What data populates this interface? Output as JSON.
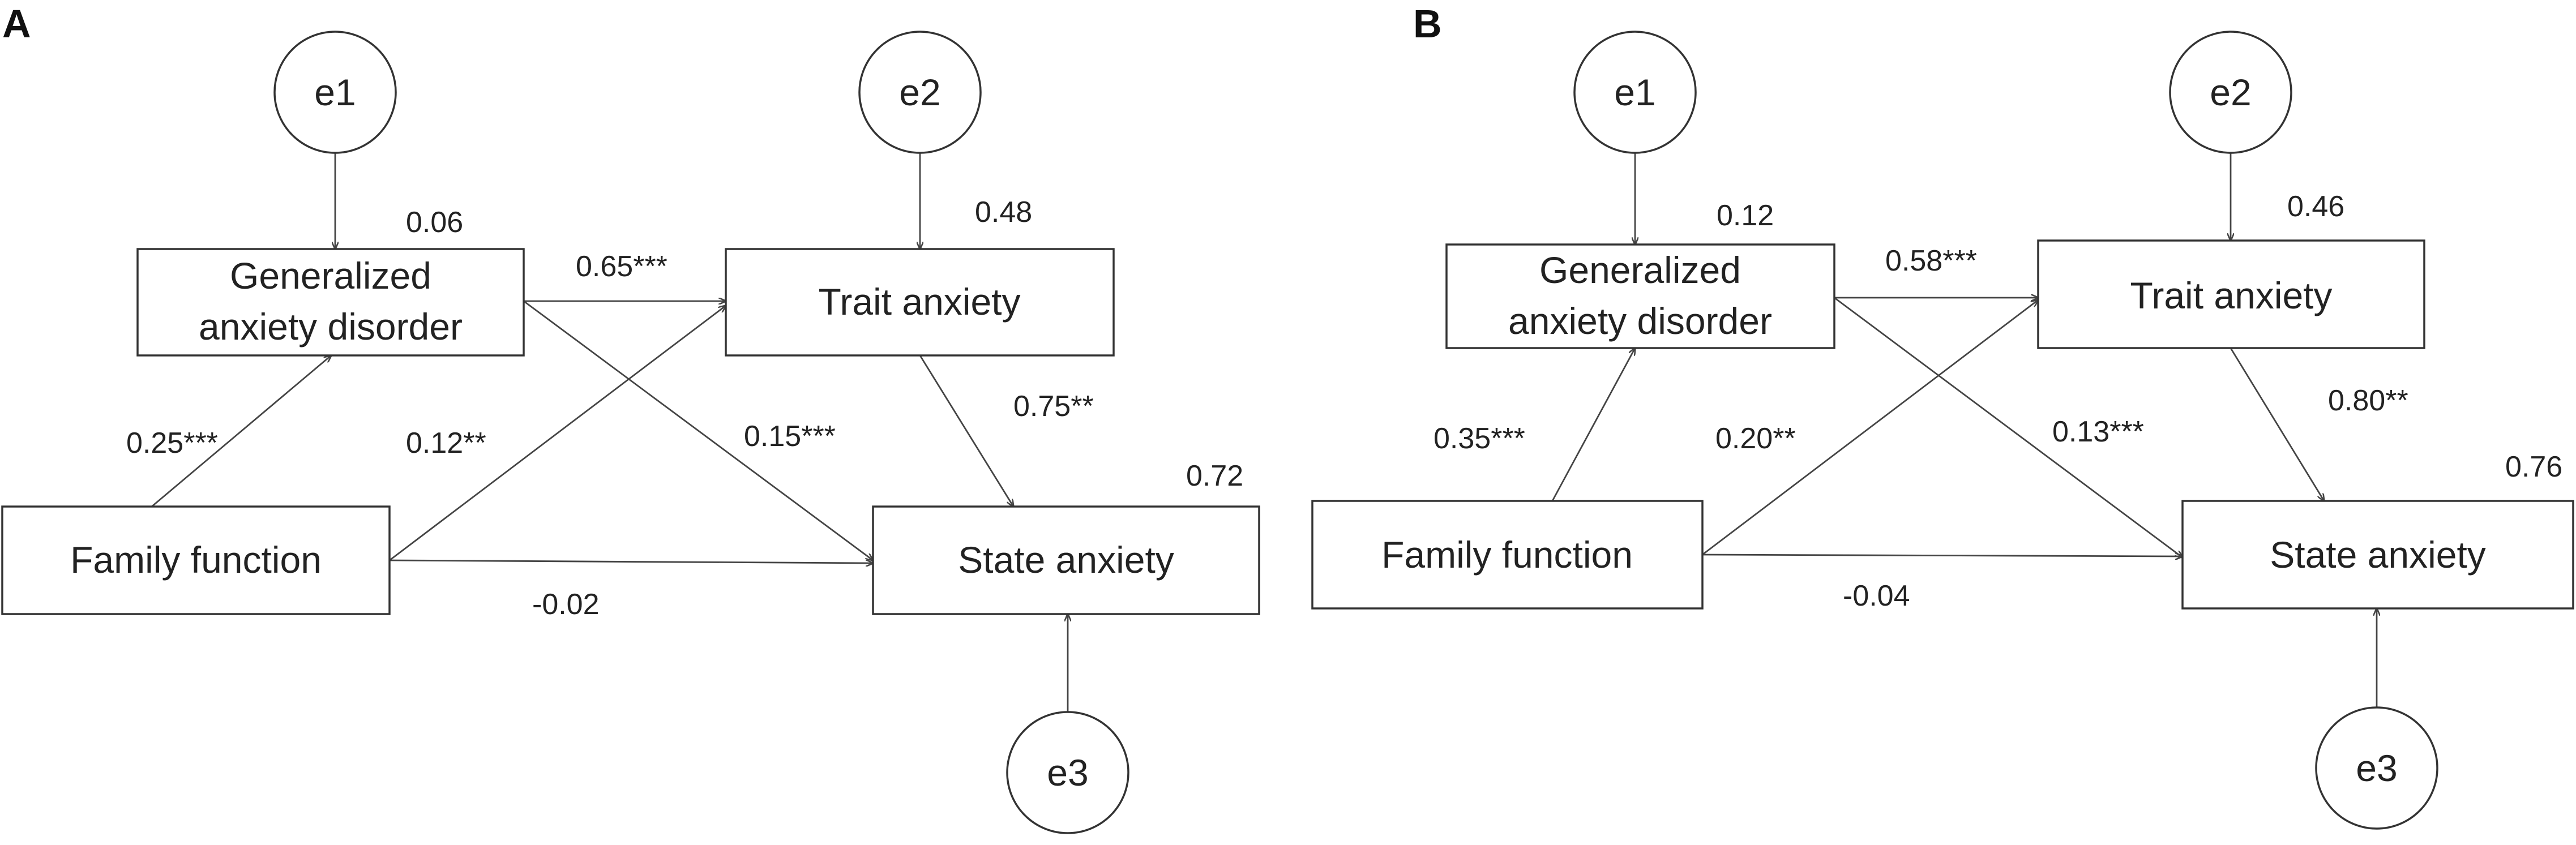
{
  "panels": [
    {
      "label": "A",
      "nodes": {
        "gad": [
          "Generalized",
          "anxiety disorder"
        ],
        "trait": "Trait anxiety",
        "family": "Family function",
        "state": "State anxiety",
        "e1": "e1",
        "e2": "e2",
        "e3": "e3"
      },
      "r2": {
        "gad": "0.06",
        "trait": "0.48",
        "state": "0.72"
      },
      "paths": {
        "gad_trait": "0.65***",
        "family_gad": "0.25***",
        "family_trait": "0.12**",
        "gad_state": "0.15***",
        "trait_state": "0.75**",
        "family_state": "-0.02"
      }
    },
    {
      "label": "B",
      "nodes": {
        "gad": [
          "Generalized",
          "anxiety disorder"
        ],
        "trait": "Trait anxiety",
        "family": "Family function",
        "state": "State anxiety",
        "e1": "e1",
        "e2": "e2",
        "e3": "e3"
      },
      "r2": {
        "gad": "0.12",
        "trait": "0.46",
        "state": "0.76"
      },
      "paths": {
        "gad_trait": "0.58***",
        "family_gad": "0.35***",
        "family_trait": "0.20**",
        "gad_state": "0.13***",
        "trait_state": "0.80**",
        "family_state": "-0.04"
      }
    }
  ]
}
